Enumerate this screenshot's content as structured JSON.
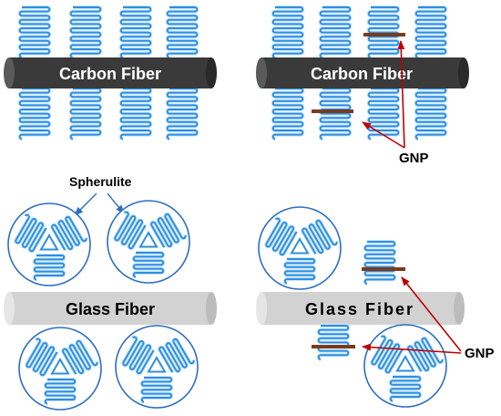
{
  "panels": [
    {
      "fiber_label": "Carbon Fiber"
    },
    {
      "fiber_label": "Carbon Fiber",
      "gnp_label": "GNP"
    },
    {
      "fiber_label": "Glass Fiber",
      "spherulite_label": "Spherulite"
    },
    {
      "fiber_label": "Glass Fiber",
      "gnp_label": "GNP"
    }
  ],
  "colors": {
    "lamella": "#2e8fe0",
    "lamella_glow": "#c8e4ff",
    "carbon_fiber": "#3a3a3a",
    "glass_fiber": "#d2d2d2",
    "gnp_platelet": "#7a3b1c",
    "arrow": "#c00000",
    "spherulite_outline": "#2e6fc0"
  },
  "icons": [
    "lamella-stack",
    "graphene-nanoplatelet",
    "spherulite",
    "fiber-cylinder"
  ]
}
